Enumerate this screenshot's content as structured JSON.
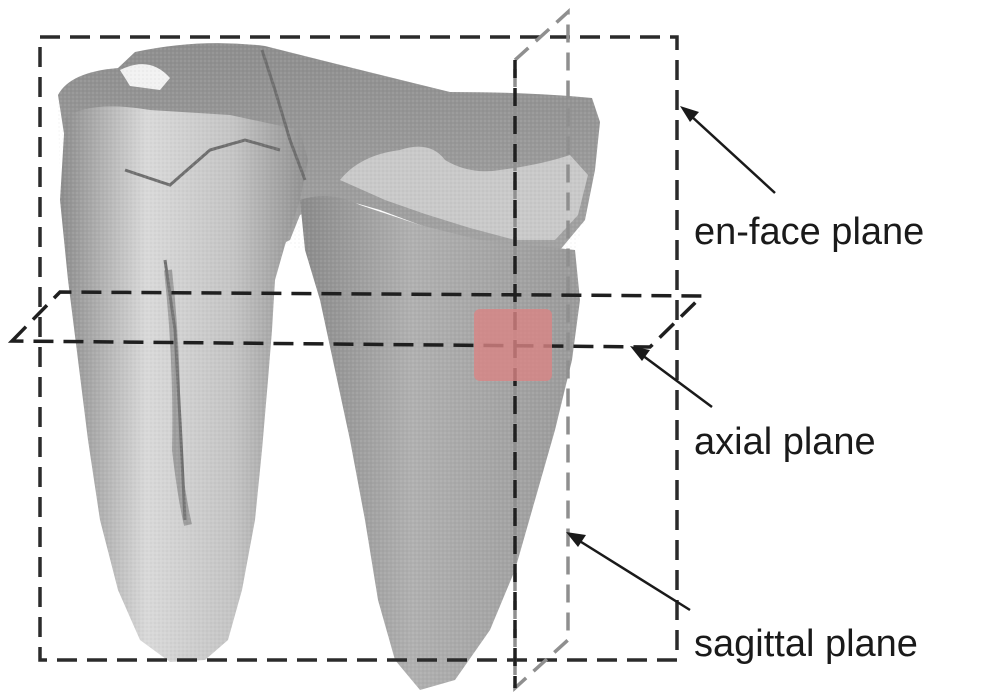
{
  "labels": {
    "en_face": "en-face plane",
    "axial": "axial plane",
    "sagittal": "sagittal plane"
  },
  "colors": {
    "plane_en_face": "#2b2b2b",
    "plane_axial": "#1f1f1f",
    "plane_sagittal": "#8f8f8f",
    "tooth_surface": "#a9a9a9",
    "tooth_highlight": "#dedede",
    "region_of_interest": "#d98585"
  }
}
